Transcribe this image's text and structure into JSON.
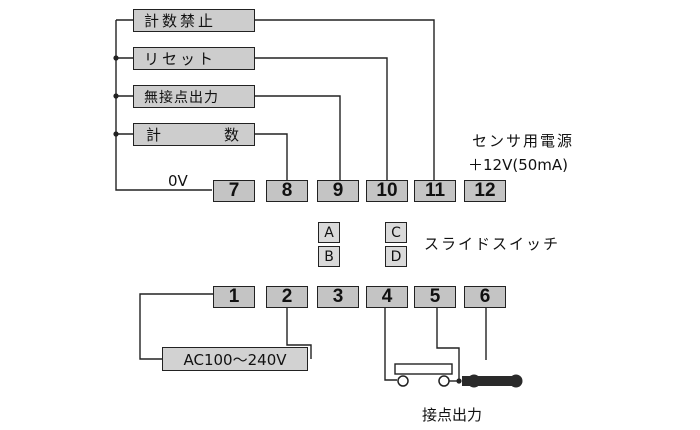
{
  "signals": {
    "count_inhibit": "計数禁止",
    "reset": "リセット",
    "no_contact_output": "無接点出力",
    "count_a": "計",
    "count_b": "数"
  },
  "labels": {
    "zero_volt": "0V",
    "sensor_power_line1": "センサ用電源",
    "sensor_power_line2": "＋12V(50mA)",
    "slide_switch": "スライドスイッチ",
    "contact_output": "接点出力",
    "ac_supply": "AC100～240V"
  },
  "terminals_top": [
    "7",
    "8",
    "9",
    "10",
    "11",
    "12"
  ],
  "terminals_bottom": [
    "1",
    "2",
    "3",
    "4",
    "5",
    "6"
  ],
  "switch_left": [
    "A",
    "B"
  ],
  "switch_right": [
    "C",
    "D"
  ]
}
